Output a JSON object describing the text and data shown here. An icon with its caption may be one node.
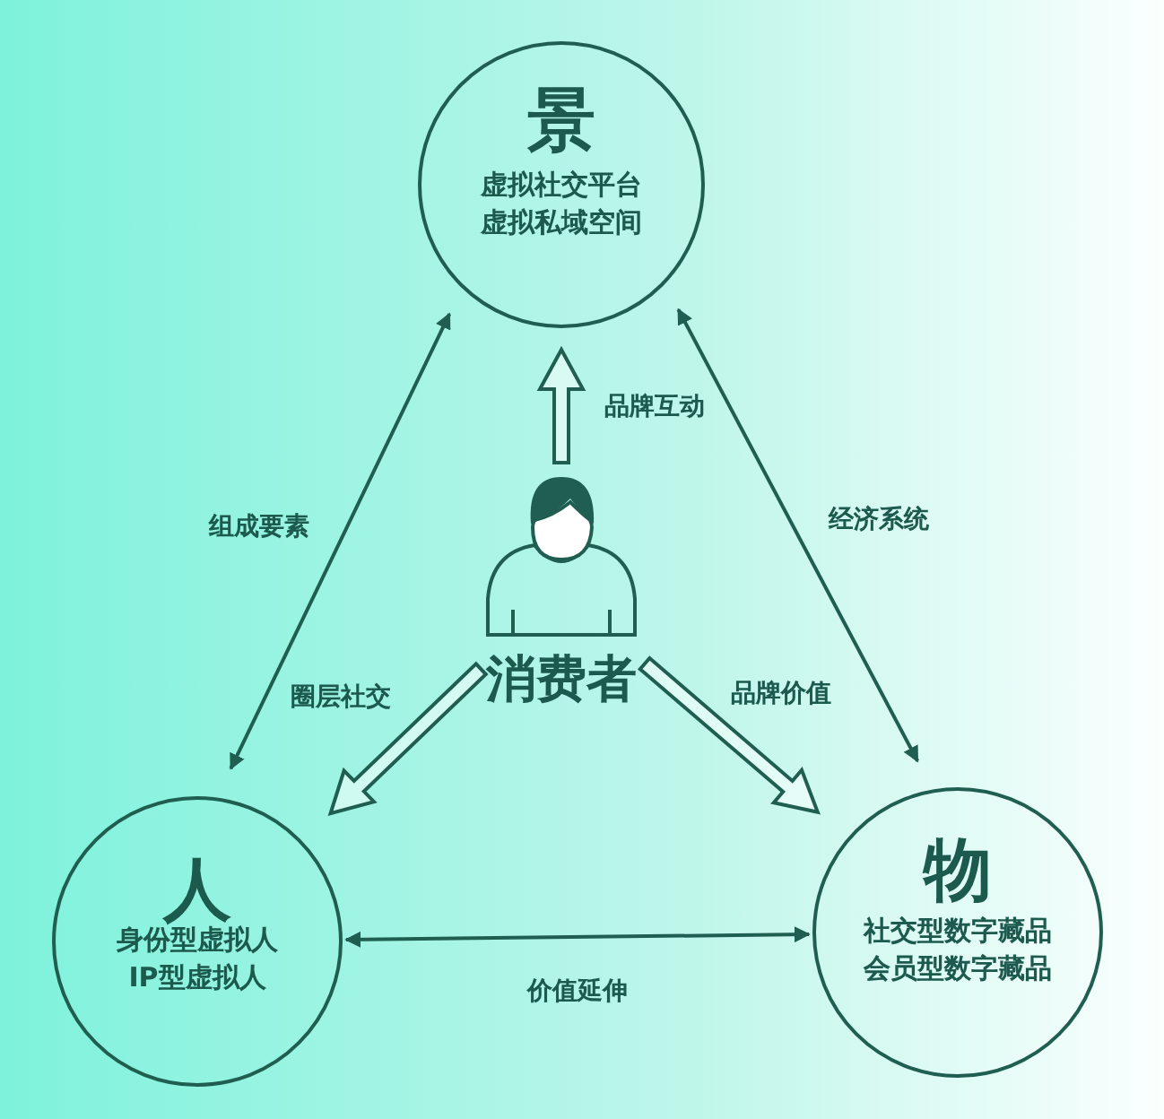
{
  "diagram": {
    "nodes": [
      {
        "text": [
          "景",
          "虚拟社交平台虚拟私域空间"
        ]
      },
      {
        "text": [
          "消费者"
        ]
      },
      {
        "text": [
          "人",
          "身份型虚拟人IP型虚拟人"
        ]
      },
      {
        "text": [
          "物",
          "社交型数字藏品会员型数字藏品"
        ]
      }
    ],
    "edges": [
      {
        "from": 2,
        "to": 0,
        "arrow": "both",
        "label": "组成要素"
      },
      {
        "from": 0,
        "to": 3,
        "arrow": "both",
        "label": "经济系统"
      },
      {
        "from": 1,
        "to": 0,
        "arrow": "to",
        "label": "品牌互动",
        "style": "thick"
      },
      {
        "from": 1,
        "to": 2,
        "arrow": "to",
        "label": "圈层社交",
        "style": "thick"
      },
      {
        "from": 1,
        "to": 3,
        "arrow": "to",
        "label": "品牌价值",
        "style": "thick"
      },
      {
        "from": 2,
        "to": 3,
        "arrow": "both",
        "label": "价值延伸"
      }
    ]
  }
}
